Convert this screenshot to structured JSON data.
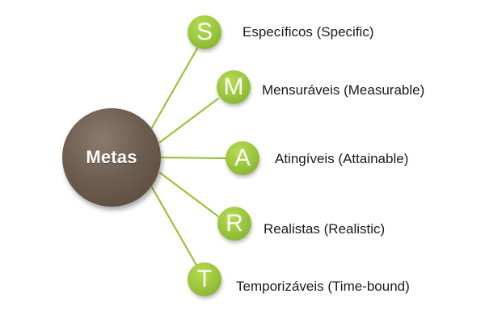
{
  "hub": {
    "label": "Metas",
    "color": "#6e5e51"
  },
  "nodes": [
    {
      "letter": "S",
      "text": "Específicos (Specific)"
    },
    {
      "letter": "M",
      "text": "Mensuráveis (Measurable)"
    },
    {
      "letter": "A",
      "text": "Atingíveis (Attainable)"
    },
    {
      "letter": "R",
      "text": "Realistas (Realistic)"
    },
    {
      "letter": "T",
      "text": "Temporizáveis (Time-bound)"
    }
  ],
  "colors": {
    "node": "#97c33a",
    "connector": "#9bc23a",
    "text": "#1a1a1a"
  }
}
